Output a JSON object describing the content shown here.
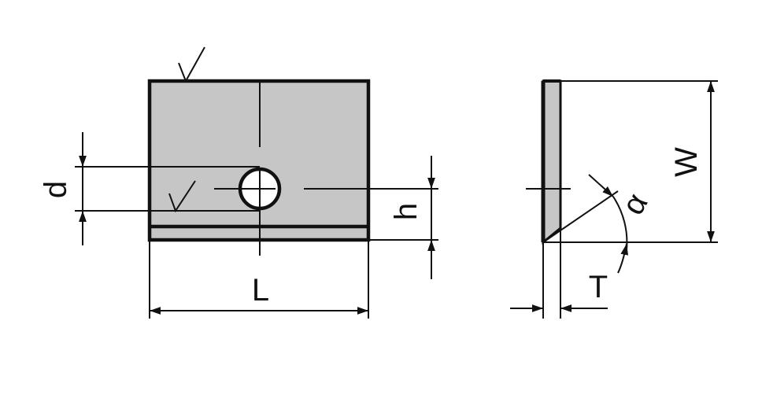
{
  "labels": {
    "length": "L",
    "hole_diameter": "d",
    "hole_height": "h",
    "width": "W",
    "thickness": "T",
    "angle": "α"
  },
  "colors": {
    "fill": "#c6c6c6",
    "line": "#111111"
  }
}
